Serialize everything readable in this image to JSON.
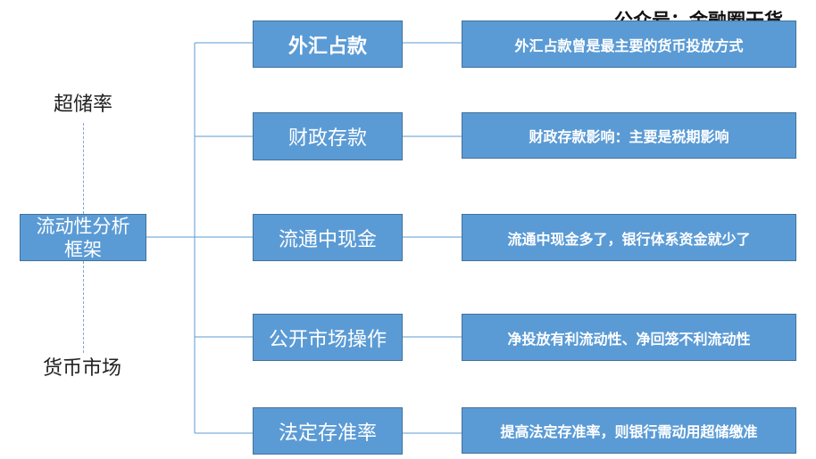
{
  "watermark": "公众号：金融圈干货",
  "side_labels": {
    "top": "超储率",
    "bottom": "货币市场"
  },
  "root": {
    "line1": "流动性分析",
    "line2": "框架"
  },
  "factors": [
    {
      "label": "外汇占款",
      "note": "外汇占款曾是最主要的货币投放方式"
    },
    {
      "label": "财政存款",
      "note": "财政存款影响：主要是税期影响"
    },
    {
      "label": "流通中现金",
      "note": "流通中现金多了，银行体系资金就少了"
    },
    {
      "label": "公开市场操作",
      "note": "净投放有利流动性、净回笼不利流动性"
    },
    {
      "label": "法定存准率",
      "note": "提高法定存准率，则银行需动用超储缴准"
    }
  ],
  "colors": {
    "box_fill": "#5b9bd5",
    "box_border": "#41719c",
    "connector": "#5b9bd5"
  }
}
